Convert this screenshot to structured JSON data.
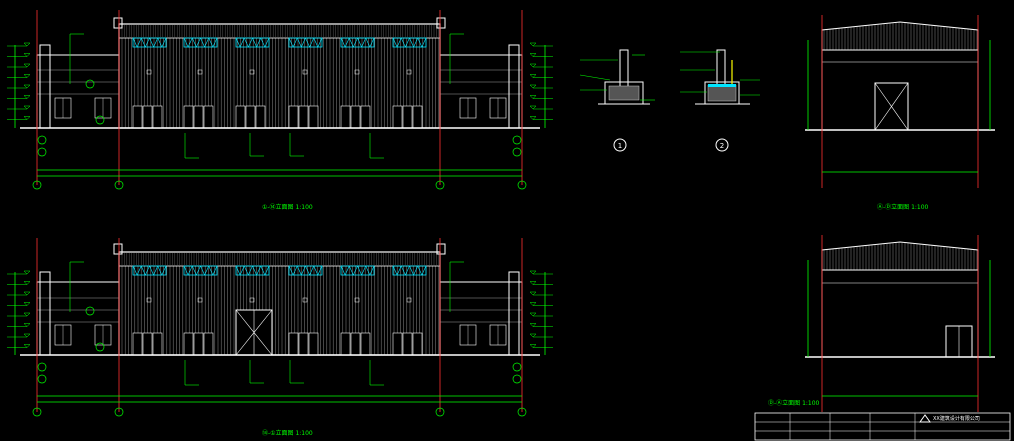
{
  "colors": {
    "background": "#000000",
    "outline": "#ffffff",
    "cladding": "#c8c8c8",
    "dimension": "#00ff00",
    "axis": "#ff3030",
    "window": "#00e5ff",
    "leader": "#00ff00"
  },
  "views": {
    "front_top_title": "①-⑭立面图 1:100",
    "front_bottom_title": "⑭-①立面图 1:100",
    "side_top_title": "Ⓐ-Ⓓ立面图 1:100",
    "side_bottom_title": "Ⓓ-Ⓐ立面图 1:100"
  },
  "details": {
    "detail_1_label": "1",
    "detail_2_label": "2"
  },
  "title_block": {
    "firm": "XX建筑设计有限公司"
  }
}
